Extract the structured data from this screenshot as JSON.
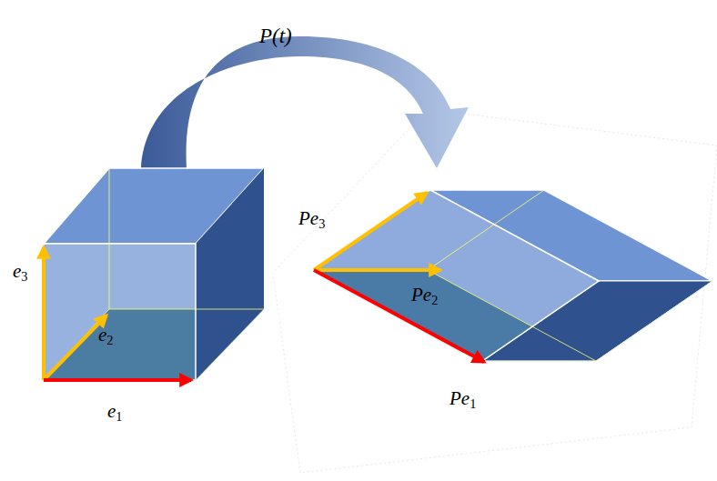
{
  "diagram": {
    "labels": [
      "P(t)",
      "e3",
      "e2",
      "e1",
      "Pe3",
      "Pe2",
      "Pe1"
    ]
  }
}
